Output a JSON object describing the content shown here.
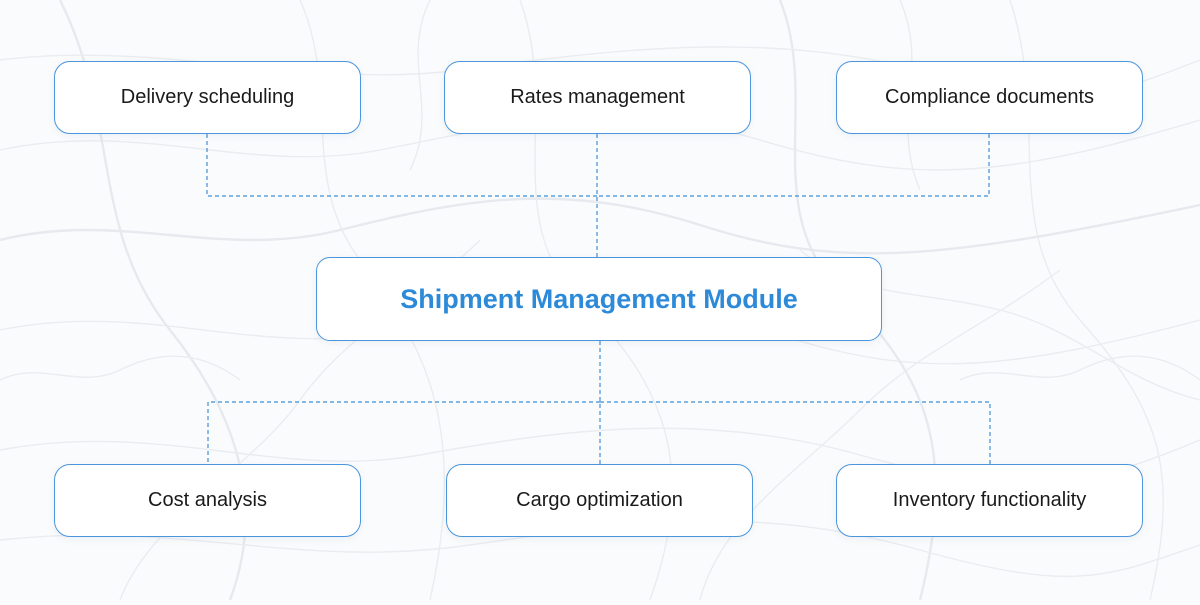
{
  "diagram": {
    "center": {
      "label": "Shipment Management Module"
    },
    "top_nodes": [
      {
        "label": "Delivery scheduling"
      },
      {
        "label": "Rates management"
      },
      {
        "label": "Compliance documents"
      }
    ],
    "bottom_nodes": [
      {
        "label": "Cost analysis"
      },
      {
        "label": "Cargo optimization"
      },
      {
        "label": "Inventory functionality"
      }
    ]
  },
  "colors": {
    "accent": "#2d8ad8",
    "node_border": "#4b95dc",
    "connector": "#3f8fd6",
    "text": "#1a1a1a",
    "background": "#fafbfc"
  }
}
